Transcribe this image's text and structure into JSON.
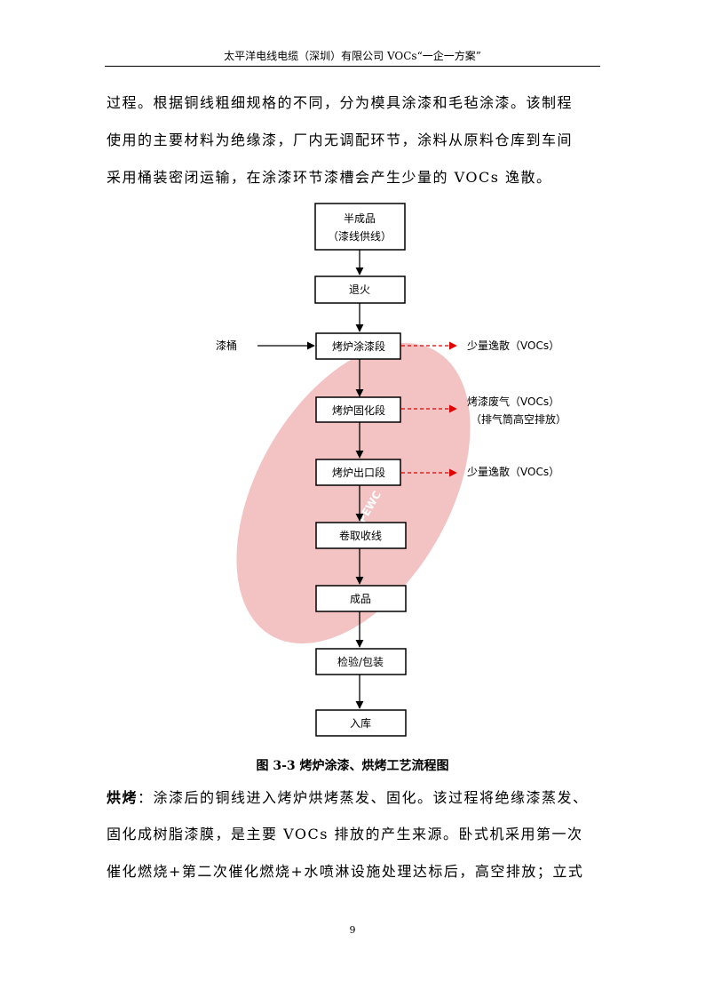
{
  "header": {
    "title": "太平洋电线电缆（深圳）有限公司 VOCs“一企一方案”"
  },
  "paragraph_top": {
    "lines": [
      "过程。根据铜线粗细规格的不同，分为模具涂漆和毛毡涂漆。该制程",
      "使用的主要材料为绝缘漆，厂内无调配环节，涂料从原料仓库到车间",
      "采用桶装密闭运输，在涂漆环节漆槽会产生少量的 VOCs 逸散。"
    ]
  },
  "flowchart": {
    "steps": [
      {
        "line1": "半成品",
        "line2": "（漆线供线）"
      },
      {
        "line1": "退火"
      },
      {
        "line1": "烤炉涂漆段"
      },
      {
        "line1": "烤炉固化段"
      },
      {
        "line1": "烤炉出口段"
      },
      {
        "line1": "卷取收线"
      },
      {
        "line1": "成品"
      },
      {
        "line1": "检验/包装"
      },
      {
        "line1": "入库"
      }
    ],
    "input": "漆桶",
    "outputs": [
      {
        "line1": "少量逸散（VOCs）"
      },
      {
        "line1": "烤漆废气（VOCs）",
        "line2": "（排气筒高空排放）"
      },
      {
        "line1": "少量逸散（VOCs）"
      }
    ],
    "arrow_color": "#000000",
    "emission_color": "#e00000"
  },
  "watermark": {
    "text": "PEWC",
    "color": "#f3c2c2"
  },
  "caption": "图 3-3  烤炉涂漆、烘烤工艺流程图",
  "paragraph_bottom": {
    "label": "烘烤",
    "lines": [
      "：涂漆后的铜线进入烤炉烘烤蒸发、固化。该过程将绝缘漆蒸发、",
      "固化成树脂漆膜，是主要 VOCs 排放的产生来源。卧式机采用第一次",
      "催化燃烧+第二次催化燃烧+水喷淋设施处理达标后，高空排放；立式"
    ]
  },
  "page_number": "9"
}
